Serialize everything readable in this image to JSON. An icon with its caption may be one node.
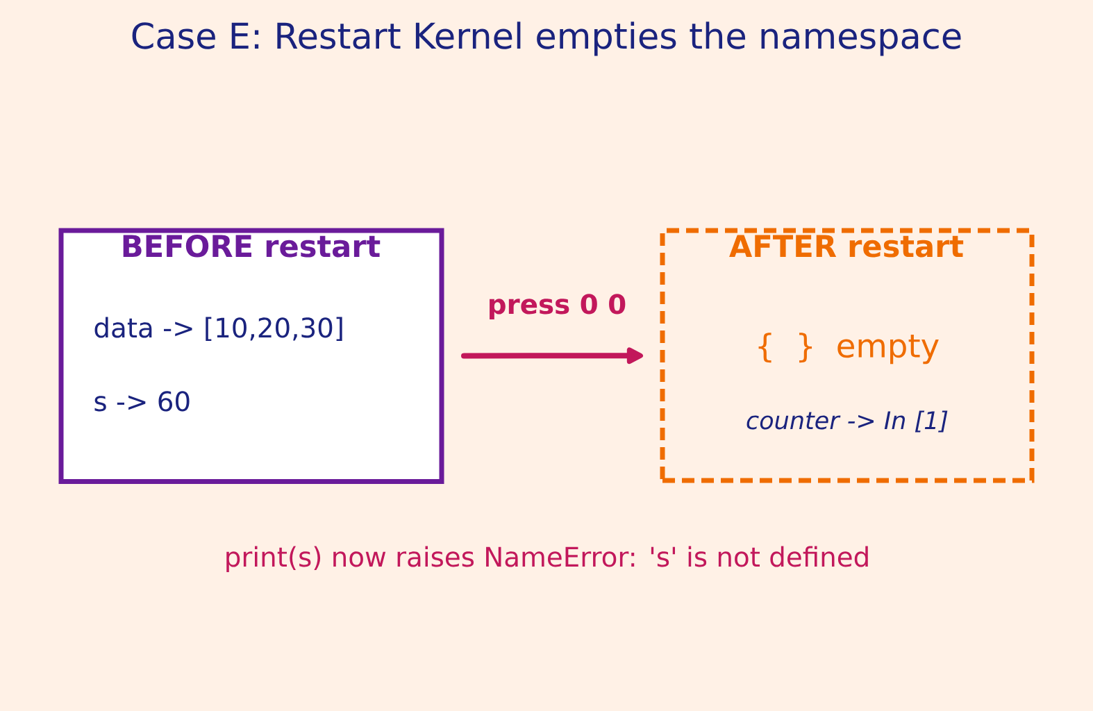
{
  "diagram": {
    "title": "Case E: Restart Kernel empties the namespace",
    "nodes": [
      {
        "text": [
          "BEFORE restart",
          "data -> [10,20,30]",
          "s -> 60"
        ]
      },
      {
        "text": [
          "AFTER restart",
          "{ } empty",
          "counter -> In [1]"
        ]
      }
    ],
    "edges": [
      {
        "from": 0,
        "to": 1,
        "arrow": "to",
        "label": "press 0 0"
      }
    ],
    "labels": [
      "print(s) now raises NameError: 's' is not defined"
    ]
  }
}
